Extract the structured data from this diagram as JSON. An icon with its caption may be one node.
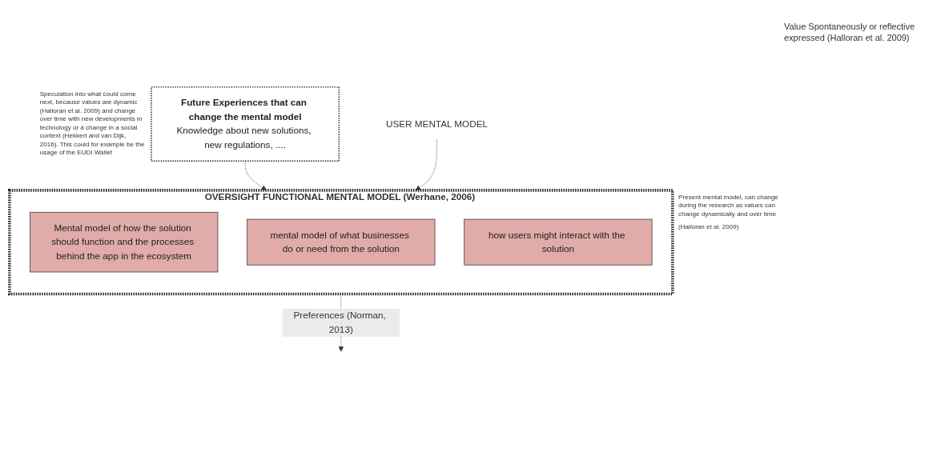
{
  "diagram": {
    "nodes": [
      {
        "text": [
          "Future Experiences that can change the mental model",
          "Knowledge about new solutions, new regulations, ...."
        ],
        "beside": [
          "Speculation into what could come next, because values are dynamic (Halloran et al. 2009) and change over time with new developments in technology or a change in a social context (Hekkert and van Dijk, 2016). This could for example be the usage of the EUDI Wallet"
        ]
      },
      {
        "text": [
          "OVERSIGHT FUNCTIONAL MENTAL MODEL (Werhane, 2006)"
        ],
        "beside": [
          "Present mental model, can change during the research as values can change dynamically and over time",
          "(Halloran et al. 2009)"
        ]
      },
      {
        "text": [
          "Mental model of how the solution should function and the processes behind the app in the ecosystem"
        ],
        "in": 1
      },
      {
        "text": [
          "mental model of what businesses do or need from the solution"
        ],
        "in": 1
      },
      {
        "text": [
          "how users might interact with the solution"
        ],
        "in": 1
      },
      {
        "text": [
          "USER MENTAL MODEL"
        ]
      }
    ],
    "edges": [
      {
        "from": 0,
        "to": 1,
        "arrow": "to",
        "style": "dashed"
      },
      {
        "from": 5,
        "to": 1,
        "arrow": "to",
        "style": "dashed"
      },
      {
        "from": 1,
        "to": null,
        "arrow": "to",
        "style": "dashed",
        "label": "Preferences (Norman, 2013)"
      }
    ],
    "labels": [
      "Value Spontaneously or reflective expressed (Halloran et al. 2009)"
    ]
  }
}
